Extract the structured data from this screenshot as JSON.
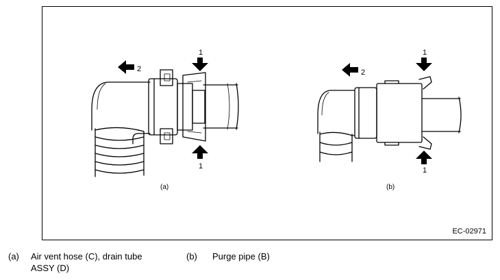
{
  "figure": {
    "code": "EC-02971",
    "panel_a_label": "(a)",
    "panel_b_label": "(b)",
    "callout_1": "1",
    "callout_2": "2"
  },
  "legend": [
    {
      "key": "(a)",
      "text": "Air vent hose (C), drain tube ASSY (D)"
    },
    {
      "key": "(b)",
      "text": "Purge pipe (B)"
    }
  ]
}
